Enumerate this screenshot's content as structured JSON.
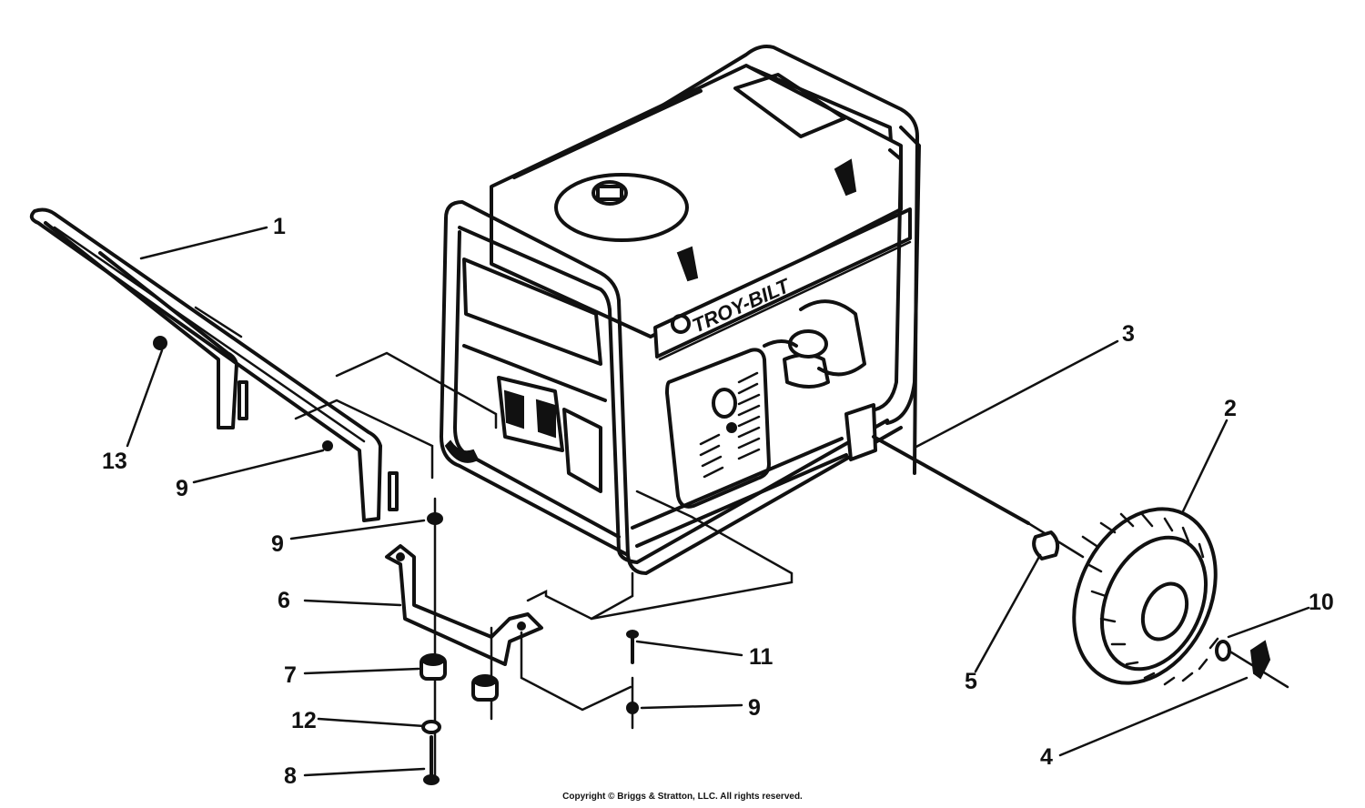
{
  "diagram": {
    "brand_logo": "TROY-BILT",
    "callouts": {
      "c1": "1",
      "c2": "2",
      "c3": "3",
      "c4": "4",
      "c5": "5",
      "c6": "6",
      "c7": "7",
      "c8": "8",
      "c9a": "9",
      "c9b": "9",
      "c9c": "9",
      "c10": "10",
      "c11": "11",
      "c12": "12",
      "c13": "13"
    }
  },
  "footer": {
    "copyright": "Copyright © Briggs & Stratton, LLC. All rights reserved."
  }
}
